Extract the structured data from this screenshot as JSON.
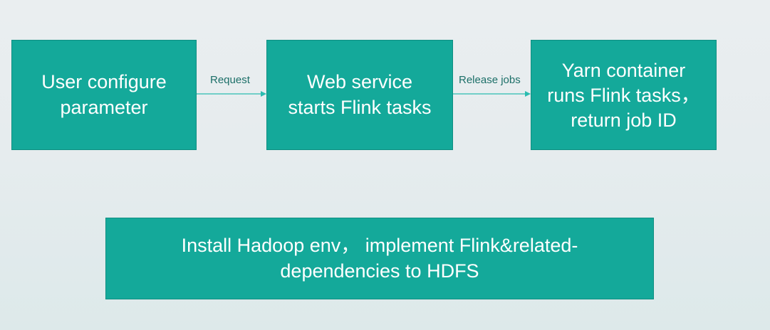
{
  "diagram": {
    "boxes": {
      "user_configure": "User configure\nparameter",
      "web_service": "Web service\nstarts Flink tasks",
      "yarn_container": "Yarn container\nruns Flink tasks，\n return job ID",
      "hadoop_install": "Install Hadoop env， implement Flink&related-\ndependencies to HDFS"
    },
    "arrows": {
      "request_label": "Request",
      "release_label": "Release jobs"
    },
    "colors": {
      "box_fill": "#14a99a",
      "arrow": "#2bbcb0",
      "label_text": "#1c6f68"
    }
  }
}
